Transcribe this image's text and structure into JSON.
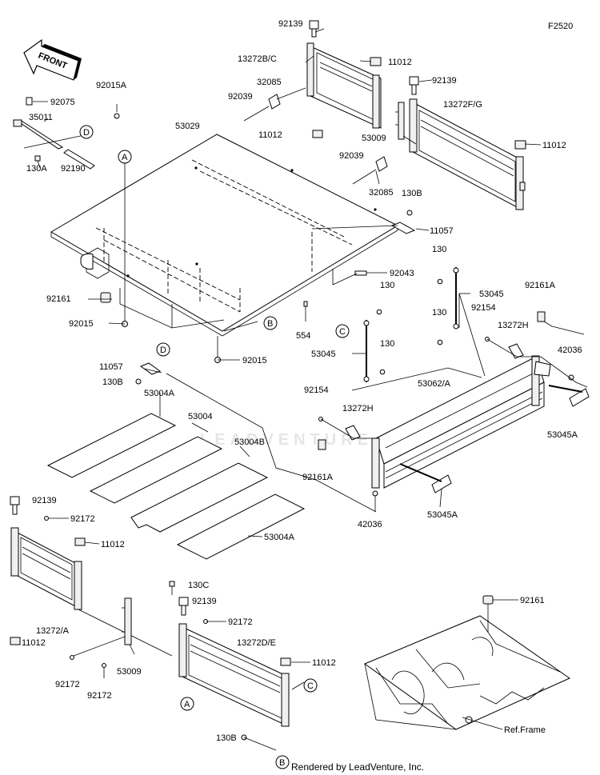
{
  "figure_code": "F2520",
  "footer": "Rendered by LeadVenture, Inc.",
  "watermark": "LEADVENTURE",
  "front_arrow": "FRONT",
  "ref_circles": {
    "A": "A",
    "B": "B",
    "C": "C",
    "D": "D"
  },
  "labels": {
    "l92139_top": "92139",
    "l13272bc": "13272B/C",
    "l11012_a": "11012",
    "l32085_a": "32085",
    "l92039_a": "92039",
    "l11012_b": "11012",
    "l92139_b": "92139",
    "l13272fg": "13272F/G",
    "l53009_a": "53009",
    "l11012_c": "11012",
    "l92039_b": "92039",
    "l32085_b": "32085",
    "l130b_a": "130B",
    "l11057_a": "11057",
    "l92015a": "92015A",
    "l92075": "92075",
    "l35011": "35011",
    "l130a": "130A",
    "l92190": "92190",
    "l53029": "53029",
    "l92043": "92043",
    "l130_a": "130",
    "l53045_a": "53045",
    "l92161a_a": "92161A",
    "l130_b": "130",
    "l92154_a": "92154",
    "l130_c": "130",
    "l13272h_a": "13272H",
    "l42036_a": "42036",
    "l92161": "92161",
    "l92015_a": "92015",
    "l554": "554",
    "l53045_b": "53045",
    "l130_d": "130",
    "l92015_b": "92015",
    "l11057_b": "11057",
    "l130b_b": "130B",
    "l53004a_a": "53004A",
    "l53004": "53004",
    "l53004b": "53004B",
    "l53004a_b": "53004A",
    "l92154_b": "92154",
    "l13272h_b": "13272H",
    "l53062a": "53062/A",
    "l53045a_a": "53045A",
    "l92161a_b": "92161A",
    "l53045a_b": "53045A",
    "l42036_b": "42036",
    "l92139_c": "92139",
    "l92172_a": "92172",
    "l11012_d": "11012",
    "l13272a": "13272/A",
    "l11012_e": "11012",
    "l92172_b": "92172",
    "l53009_b": "53009",
    "l92172_c": "92172",
    "l130c": "130C",
    "l92139_d": "92139",
    "l92172_d": "92172",
    "l13272de": "13272D/E",
    "l11012_f": "11012",
    "l130b_c": "130B",
    "l92161_b": "92161",
    "l_ref_frame": "Ref.Frame"
  }
}
